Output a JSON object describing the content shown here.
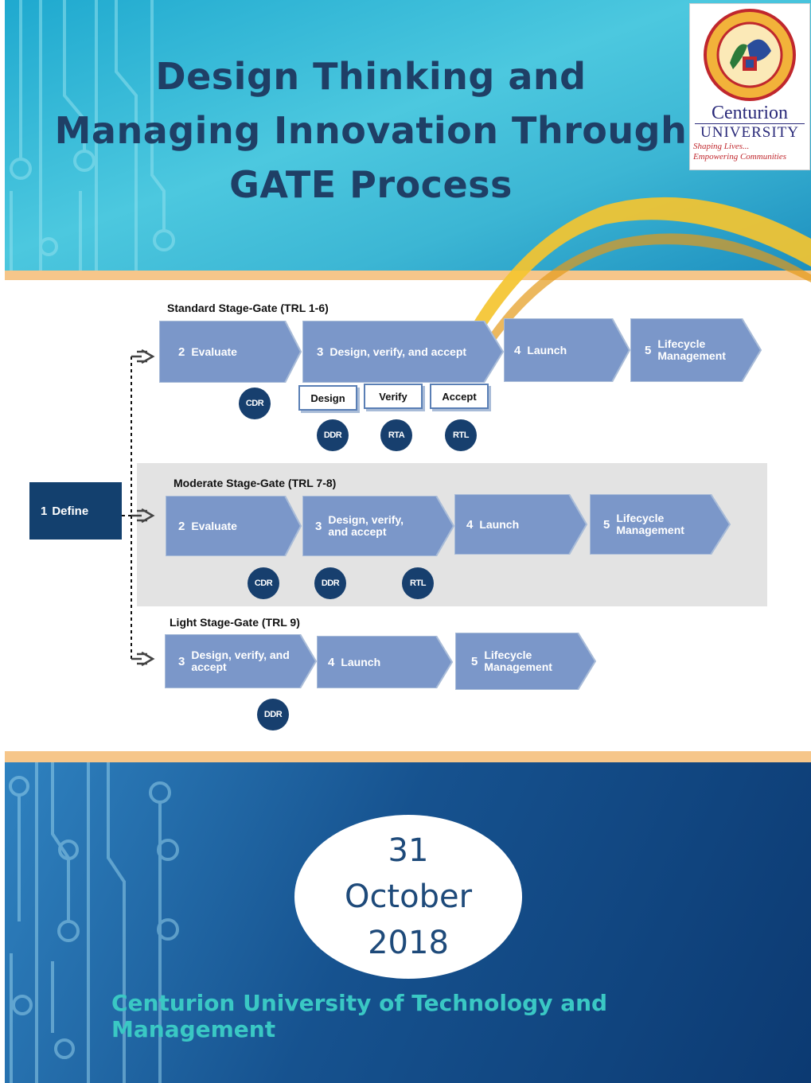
{
  "header": {
    "title_lines": [
      "Design Thinking and",
      "Managing Innovation Through",
      "GATE Process"
    ]
  },
  "logo": {
    "name_line1": "Centurion",
    "name_line2": "UNIVERSITY",
    "tagline1": "Shaping Lives...",
    "tagline2": "Empowering Communities"
  },
  "diagram": {
    "define": {
      "num": "1",
      "label": "Define"
    },
    "standard": {
      "title": "Standard Stage-Gate (TRL 1-6)",
      "stages": [
        {
          "num": "2",
          "label": "Evaluate"
        },
        {
          "num": "3",
          "label": "Design, verify, and accept"
        },
        {
          "num": "4",
          "label": "Launch"
        },
        {
          "num": "5",
          "label": "Lifecycle Management"
        }
      ],
      "subboxes": [
        "Design",
        "Verify",
        "Accept"
      ],
      "gates": [
        "CDR",
        "DDR",
        "RTA",
        "RTL"
      ]
    },
    "moderate": {
      "title": "Moderate Stage-Gate (TRL 7-8)",
      "stages": [
        {
          "num": "2",
          "label": "Evaluate"
        },
        {
          "num": "3",
          "label": "Design, verify, and accept"
        },
        {
          "num": "4",
          "label": "Launch"
        },
        {
          "num": "5",
          "label": "Lifecycle Management"
        }
      ],
      "gates": [
        "CDR",
        "DDR",
        "RTL"
      ]
    },
    "light": {
      "title": "Light Stage-Gate (TRL 9)",
      "stages": [
        {
          "num": "3",
          "label": "Design, verify, and accept"
        },
        {
          "num": "4",
          "label": "Launch"
        },
        {
          "num": "5",
          "label": "Lifecycle Management"
        }
      ],
      "gates": [
        "DDR"
      ]
    }
  },
  "date": {
    "day": "31",
    "month": "October",
    "year": "2018"
  },
  "footer": {
    "text": "Centurion University of Technology and Management"
  },
  "colors": {
    "chevron": "#7b97c9",
    "gate": "#173f6e",
    "band": "#f6c68a"
  }
}
